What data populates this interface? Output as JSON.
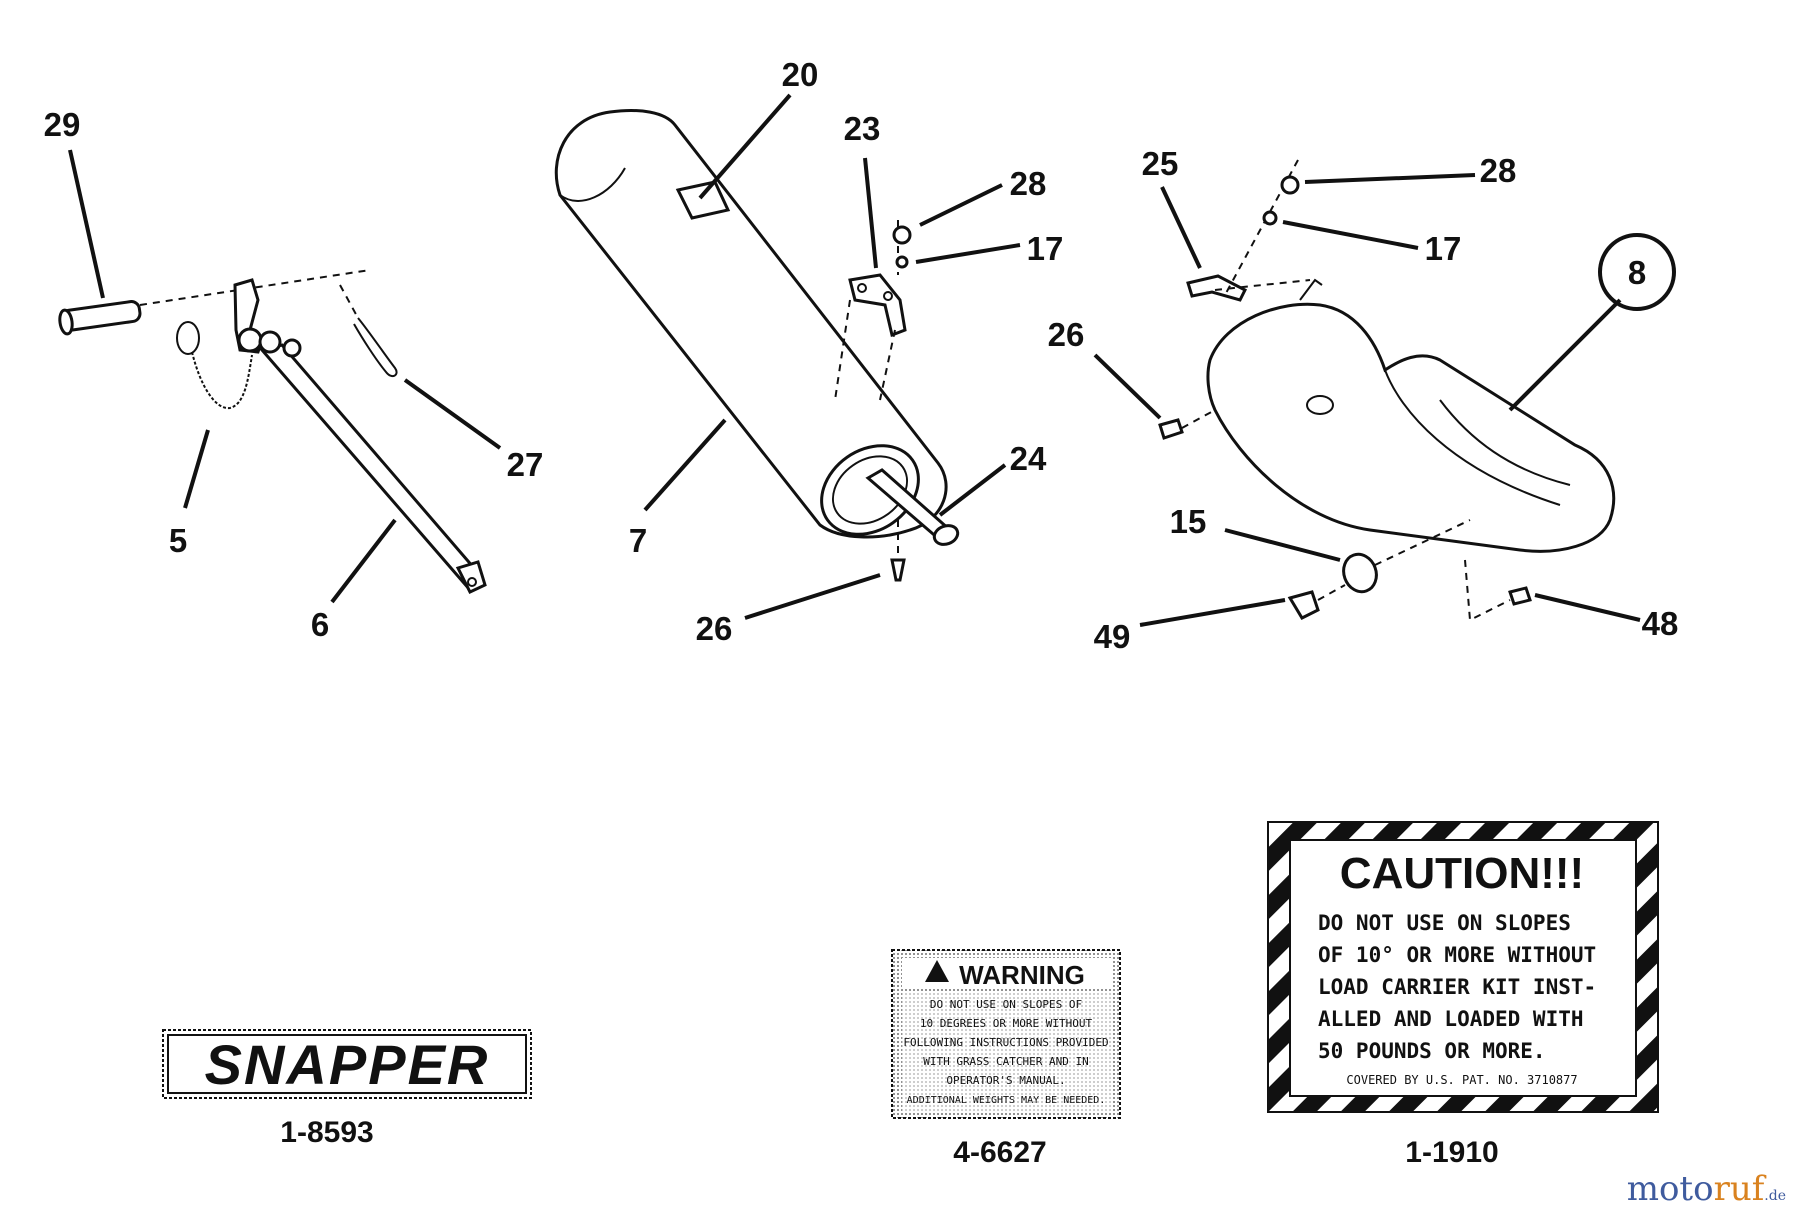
{
  "callouts": {
    "c29": "29",
    "c5": "5",
    "c27": "27",
    "c6": "6",
    "c20": "20",
    "c23": "23",
    "c28a": "28",
    "c17a": "17",
    "c7": "7",
    "c24": "24",
    "c26a": "26",
    "c25": "25",
    "c28b": "28",
    "c17b": "17",
    "c8": "8",
    "c26b": "26",
    "c15": "15",
    "c49": "49",
    "c48": "48"
  },
  "decals": {
    "snapper": {
      "brand": "SNAPPER",
      "part_no": "1-8593"
    },
    "warning": {
      "heading": "WARNING",
      "lines": [
        "DO NOT USE ON SLOPES OF",
        "10 DEGREES OR MORE WITHOUT",
        "FOLLOWING INSTRUCTIONS PROVIDED",
        "WITH GRASS CATCHER AND IN",
        "OPERATOR'S MANUAL.",
        "ADDITIONAL WEIGHTS MAY BE NEEDED."
      ],
      "part_no": "4-6627"
    },
    "caution": {
      "heading": "CAUTION!!!",
      "lines": [
        "DO  NOT  USE  ON  SLOPES",
        "OF  10°  OR  MORE  WITHOUT",
        "LOAD  CARRIER  KIT  INST-",
        "ALLED  AND  LOADED  WITH",
        "50 POUNDS OR MORE."
      ],
      "patent": "COVERED BY U.S. PAT. NO. 3710877",
      "part_no": "1-1910"
    }
  },
  "watermark": {
    "main": "moto",
    "accent": "ruf",
    "suffix": ".de"
  }
}
